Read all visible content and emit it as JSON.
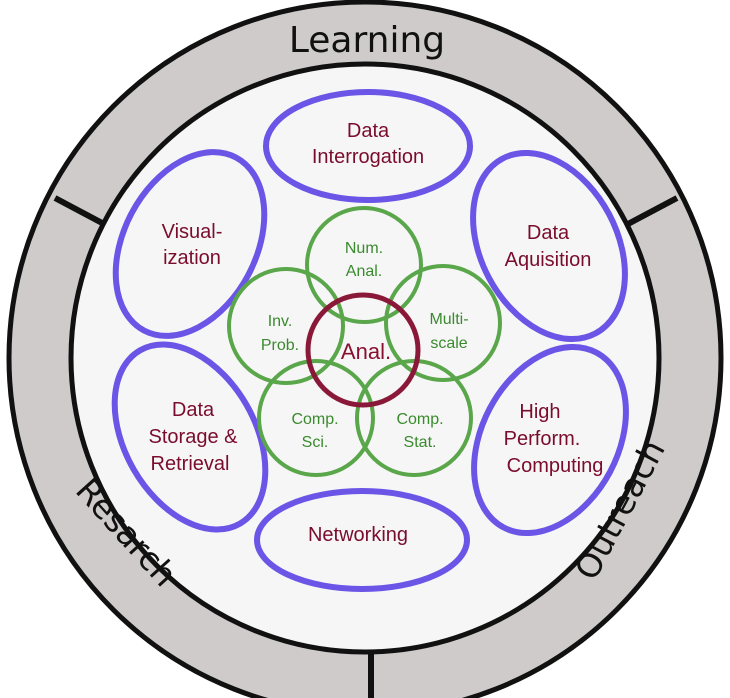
{
  "outer_ring": {
    "top_label": "Learning",
    "left_label": "Resarch",
    "right_label": "Outreach"
  },
  "middle_ring": [
    {
      "id": "data-interrogation",
      "lines": [
        "Data",
        "Interrogation"
      ]
    },
    {
      "id": "data-aquisition",
      "lines": [
        "Data",
        "Aquisition"
      ]
    },
    {
      "id": "high-performance-computing",
      "lines": [
        "High",
        "Perform.",
        "Computing"
      ]
    },
    {
      "id": "networking",
      "lines": [
        "Networking"
      ]
    },
    {
      "id": "data-storage-retrieval",
      "lines": [
        "Data",
        "Storage &",
        "Retrieval"
      ]
    },
    {
      "id": "visualization",
      "lines": [
        "Visual-",
        "ization"
      ]
    }
  ],
  "inner_ring": [
    {
      "id": "num-anal",
      "lines": [
        "Num.",
        "Anal."
      ]
    },
    {
      "id": "multiscale",
      "lines": [
        "Multi-",
        "scale"
      ]
    },
    {
      "id": "comp-stat",
      "lines": [
        "Comp.",
        "Stat."
      ]
    },
    {
      "id": "comp-sci",
      "lines": [
        "Comp.",
        "Sci."
      ]
    },
    {
      "id": "inv-prob",
      "lines": [
        "Inv.",
        "Prob."
      ]
    }
  ],
  "core": {
    "label": "Anal."
  },
  "colors": {
    "outer_ring_fill": "#cfcbcb",
    "inner_disc_fill": "#f6f6f6",
    "outline": "#111111",
    "ellipse_stroke": "#6a55e6",
    "circle_stroke": "#5aa64a",
    "core_stroke": "#8a1838",
    "text_maroon": "#7a0c2e",
    "text_green": "#3a8a2e"
  }
}
